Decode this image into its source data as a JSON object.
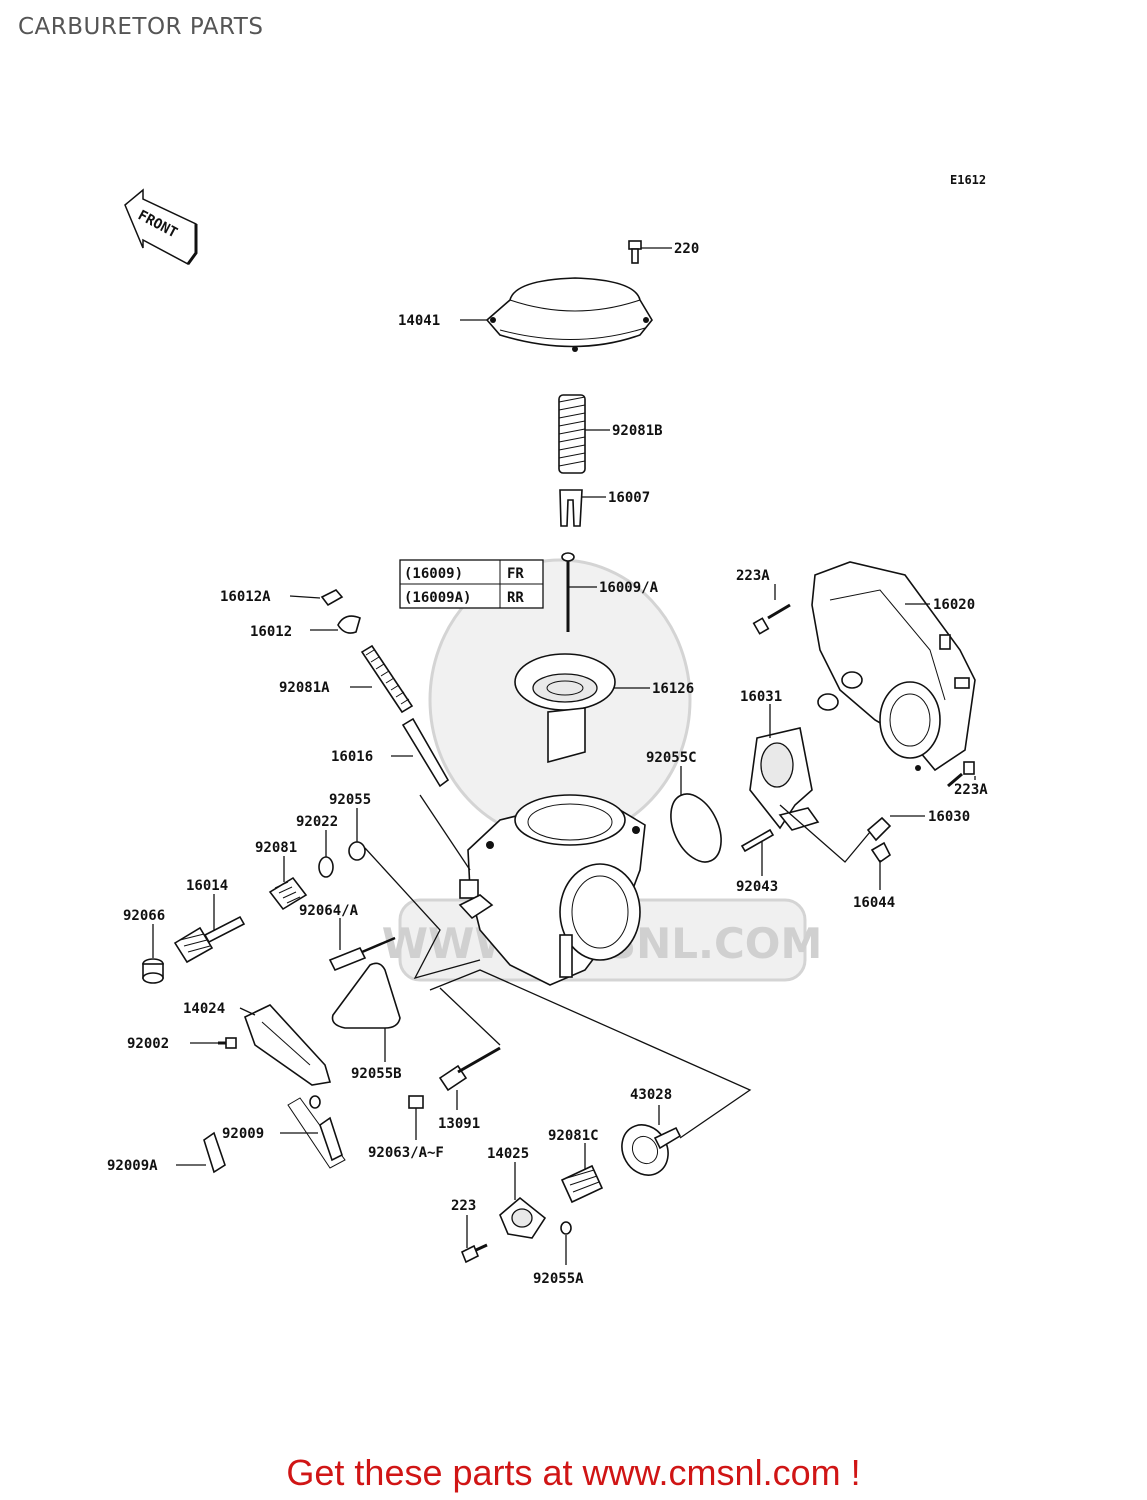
{
  "page_title": "CARBURETOR PARTS",
  "diagram_code": "E1612",
  "front_label": "FRONT",
  "variant_table": [
    {
      "part": "(16009)",
      "position": "FR"
    },
    {
      "part": "(16009A)",
      "position": "RR"
    }
  ],
  "part_labels": {
    "p220": "220",
    "p14041": "14041",
    "p92081B": "92081B",
    "p16007": "16007",
    "p16009A": "16009/A",
    "p16012A": "16012A",
    "p16012": "16012",
    "p223A_top": "223A",
    "p16020": "16020",
    "p92081A": "92081A",
    "p16126": "16126",
    "p16031": "16031",
    "p16016": "16016",
    "p92055C": "92055C",
    "p223A_bot": "223A",
    "p92055": "92055",
    "p92022": "92022",
    "p16030": "16030",
    "p92081": "92081",
    "p92043": "92043",
    "p16044": "16044",
    "p16014": "16014",
    "p92064A": "92064/A",
    "p92066": "92066",
    "p14024": "14024",
    "p92002": "92002",
    "p92055B": "92055B",
    "p43028": "43028",
    "p13091": "13091",
    "p92009": "92009",
    "p92081C": "92081C",
    "p92063": "92063/A~F",
    "p14025": "14025",
    "p92009A": "92009A",
    "p223": "223",
    "p92055A": "92055A"
  },
  "watermark_text": "WWW.CMSNL.COM",
  "footer_cta": "Get these parts at www.cmsnl.com !"
}
